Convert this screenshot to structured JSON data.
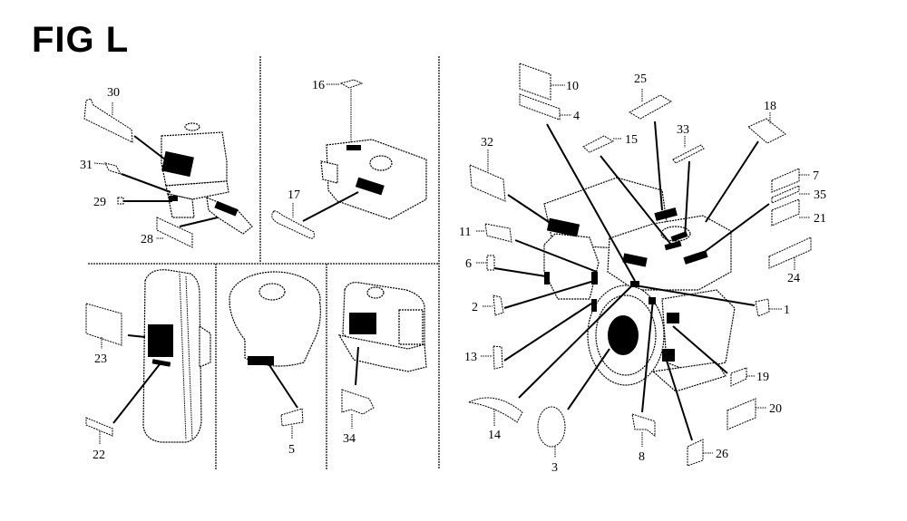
{
  "figure": {
    "title": "FIG L",
    "panels": [
      {
        "name": "fuel-tank-a",
        "callouts": [
          "30",
          "31",
          "29",
          "28"
        ]
      },
      {
        "name": "air-cleaner-a",
        "callouts": [
          "16",
          "17"
        ]
      },
      {
        "name": "engine-main",
        "callouts": [
          "10",
          "4",
          "25",
          "15",
          "33",
          "18",
          "32",
          "7",
          "35",
          "21",
          "24",
          "11",
          "6",
          "2",
          "1",
          "13",
          "19",
          "20",
          "14",
          "3",
          "8",
          "26"
        ]
      },
      {
        "name": "muffler",
        "callouts": [
          "23",
          "22"
        ]
      },
      {
        "name": "air-cleaner-b",
        "callouts": [
          "5"
        ]
      },
      {
        "name": "air-cleaner-c",
        "callouts": [
          "34"
        ]
      }
    ]
  }
}
